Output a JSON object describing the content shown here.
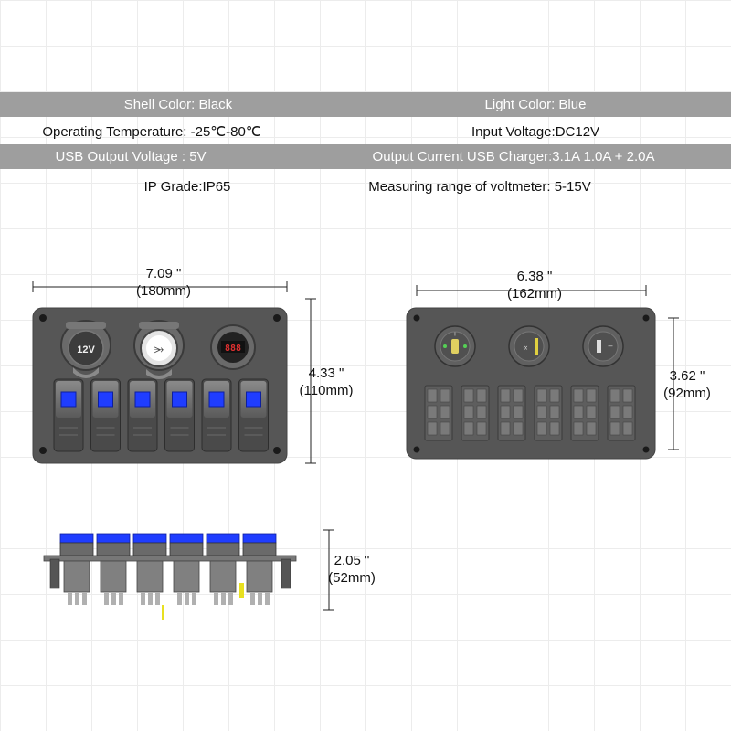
{
  "specs": {
    "shell_color": "Shell Color: Black",
    "light_color": "Light Color: Blue",
    "operating_temperature": "Operating Temperature: -25℃-80℃",
    "input_voltage": "Input Voltage:DC12V",
    "usb_output_voltage": "USB Output Voltage : 5V",
    "output_current": "Output Current USB Charger:3.1A 1.0A + 2.0A",
    "ip_grade": "IP Grade:IP65",
    "voltmeter_range": "Measuring range of voltmeter: 5-15V"
  },
  "dimensions": {
    "front_width_in": "7.09 \"",
    "front_width_mm": "(180mm)",
    "front_height_in": "4.33 \"",
    "front_height_mm": "(110mm)",
    "back_width_in": "6.38 \"",
    "back_width_mm": "(162mm)",
    "back_height_in": "3.62 \"",
    "back_height_mm": "(92mm)",
    "depth_in": "2.05 \"",
    "depth_mm": "(52mm)"
  },
  "panel": {
    "usb_label": "12V",
    "voltmeter_reading": "888",
    "switch_count": 6,
    "light_color_hex": "#1f3dff",
    "shell_color_hex": "#555555"
  }
}
